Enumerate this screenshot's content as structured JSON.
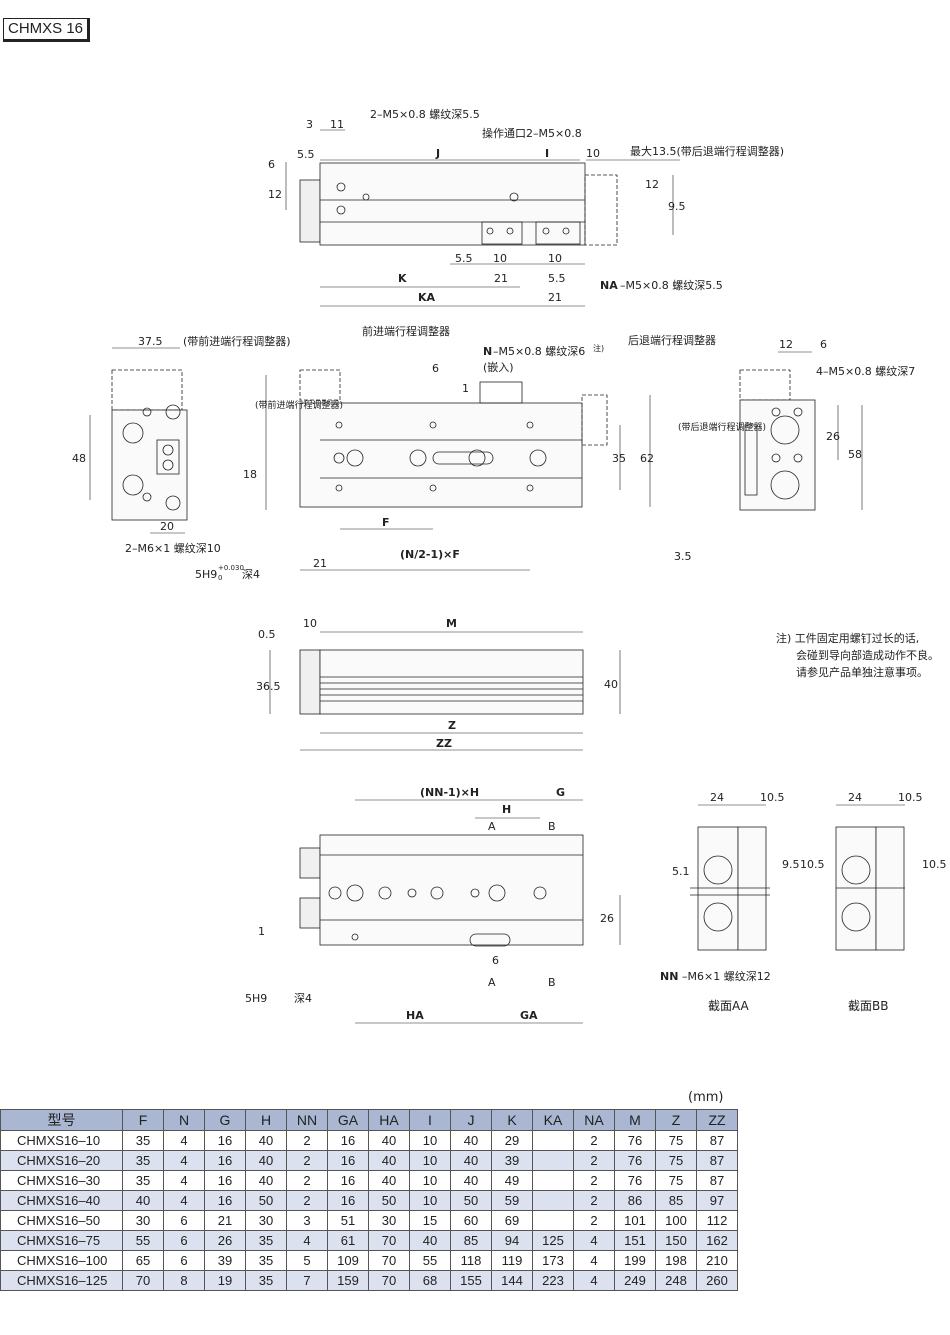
{
  "title": "CHMXS 16",
  "unit": "(mm)",
  "top_view": {
    "dims": [
      "3",
      "11",
      "5.5",
      "6",
      "12",
      "J",
      "I",
      "10",
      "12",
      "9.5",
      "5.5",
      "10",
      "10",
      "21",
      "5.5",
      "21",
      "K",
      "KA"
    ],
    "thread_note": "2–M5×0.8 螺纹深5.5",
    "port_note": "操作通口2–M5×0.8",
    "max_note": "最大13.5(带后退端行程调整器)",
    "na_label": "NA",
    "na_note": "–M5×0.8 螺纹深5.5"
  },
  "front_view": {
    "left_dims": [
      "37.5",
      "48",
      "20"
    ],
    "left_adjuster_note": "(带前进端行程调整器)",
    "left_thread_note": "2–M6×1 螺纹深10",
    "front_adjuster": "前进端行程调整器",
    "n_label": "N",
    "n_note": "–M5×0.8 螺纹深6",
    "n_note_mark": "注)",
    "n_embed": "(嵌入)",
    "rear_adjuster": "后退端行程调整器",
    "center_dims": [
      "6",
      "1",
      "18",
      "35",
      "62",
      "F",
      "21",
      "3.5"
    ],
    "vert_note_left": "(带前进端行程调整器)",
    "vert_note_right": "(带后退端行程调整器)",
    "nf_formula": "(N/2-1)×F",
    "hole_note": "5H9",
    "tol_upper": "+0.030",
    "tol_lower": "0",
    "depth": "深4",
    "right_dims": [
      "12",
      "6",
      "26",
      "58"
    ],
    "right_thread_note": "4–M5×0.8 螺纹深7"
  },
  "side_view": {
    "dims": [
      "0.5",
      "10",
      "M",
      "36.5",
      "40",
      "Z",
      "ZZ"
    ],
    "note_lines": [
      "注) 工件固定用螺钉过长的话,",
      "会碰到导向部造成动作不良。",
      "请参见产品单独注意事项。"
    ]
  },
  "bottom_view": {
    "dims": [
      "(NN-1)×H",
      "G",
      "H",
      "A",
      "B",
      "26",
      "1",
      "6",
      "A",
      "B",
      "HA",
      "GA"
    ],
    "hole_note": "5H9",
    "depth": "深4"
  },
  "sections": {
    "dims": [
      "24",
      "10.5",
      "5.1",
      "9.5",
      "10.5",
      "24",
      "10.5",
      "10.5"
    ],
    "nn_label": "NN",
    "nn_note": "–M6×1 螺纹深12",
    "section_aa": "截面AA",
    "section_bb": "截面BB"
  },
  "table": {
    "headers": [
      "型号",
      "F",
      "N",
      "G",
      "H",
      "NN",
      "GA",
      "HA",
      "I",
      "J",
      "K",
      "KA",
      "NA",
      "M",
      "Z",
      "ZZ"
    ],
    "rows": [
      [
        "CHMXS16–10",
        "35",
        "4",
        "16",
        "40",
        "2",
        "16",
        "40",
        "10",
        "40",
        "29",
        "",
        "2",
        "76",
        "75",
        "87"
      ],
      [
        "CHMXS16–20",
        "35",
        "4",
        "16",
        "40",
        "2",
        "16",
        "40",
        "10",
        "40",
        "39",
        "",
        "2",
        "76",
        "75",
        "87"
      ],
      [
        "CHMXS16–30",
        "35",
        "4",
        "16",
        "40",
        "2",
        "16",
        "40",
        "10",
        "40",
        "49",
        "",
        "2",
        "76",
        "75",
        "87"
      ],
      [
        "CHMXS16–40",
        "40",
        "4",
        "16",
        "50",
        "2",
        "16",
        "50",
        "10",
        "50",
        "59",
        "",
        "2",
        "86",
        "85",
        "97"
      ],
      [
        "CHMXS16–50",
        "30",
        "6",
        "21",
        "30",
        "3",
        "51",
        "30",
        "15",
        "60",
        "69",
        "",
        "2",
        "101",
        "100",
        "112"
      ],
      [
        "CHMXS16–75",
        "55",
        "6",
        "26",
        "35",
        "4",
        "61",
        "70",
        "40",
        "85",
        "94",
        "125",
        "4",
        "151",
        "150",
        "162"
      ],
      [
        "CHMXS16–100",
        "65",
        "6",
        "39",
        "35",
        "5",
        "109",
        "70",
        "55",
        "118",
        "119",
        "173",
        "4",
        "199",
        "198",
        "210"
      ],
      [
        "CHMXS16–125",
        "70",
        "8",
        "19",
        "35",
        "7",
        "159",
        "70",
        "68",
        "155",
        "144",
        "223",
        "4",
        "249",
        "248",
        "260"
      ]
    ]
  }
}
